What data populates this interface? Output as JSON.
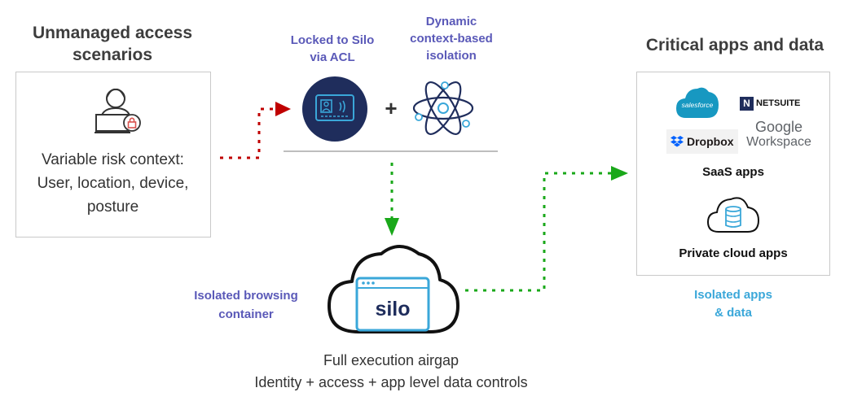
{
  "left": {
    "title_line1": "Unmanaged access",
    "title_line2": "scenarios",
    "risk_line1": "Variable risk context:",
    "risk_line2": "User, location, device,",
    "risk_line3": "posture",
    "icon": "user-laptop-lock-icon"
  },
  "middle": {
    "acl_line1": "Locked to Silo",
    "acl_line2": "via ACL",
    "dyn_line1": "Dynamic",
    "dyn_line2": "context-based",
    "dyn_line3": "isolation",
    "plus": "+",
    "acl_icon": "id-card-icon",
    "dyn_icon": "atom-icon"
  },
  "container": {
    "label_line1": "Isolated browsing",
    "label_line2": "container",
    "logo_text": "silo",
    "footer_line1": "Full execution airgap",
    "footer_line2": "Identity + access + app level data controls"
  },
  "right": {
    "title": "Critical apps and data",
    "saas_label": "SaaS apps",
    "private_label": "Private cloud apps",
    "isolated_line1": "Isolated apps",
    "isolated_line2": "& data",
    "salesforce": "salesforce",
    "netsuite": "NETSUITE",
    "netsuite_mark": "N",
    "google_line1": "Google",
    "google_line2": "Workspace",
    "dropbox": "Dropbox",
    "database_icon": "cloud-database-icon"
  },
  "colors": {
    "red_arrow": "#c00000",
    "green_arrow": "#1aa81a",
    "purple_text": "#5a59b8",
    "teal_text": "#3aa7d9",
    "navy": "#1f2d5c",
    "icon_blue": "#3aa7d9"
  }
}
